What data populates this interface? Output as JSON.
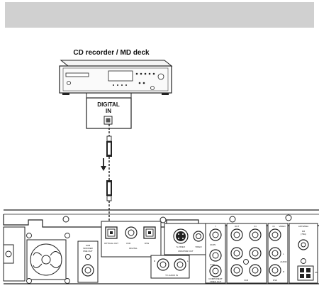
{
  "device": {
    "title": "CD recorder / MD deck",
    "input_label_line1": "DIGITAL",
    "input_label_line2": "IN"
  },
  "panel": {
    "optical_out": "OPTICAL OUT",
    "digital_in_group": "DIGITAL",
    "vcr_in": "VCR",
    "dss_in": "DSS",
    "subwoofer_line1": "SUB",
    "subwoofer_line2": "WOOFER",
    "subwoofer_line3": "PRE OUT",
    "monitor_out": "MONITOR OUT",
    "s_video": "S-VIDEO",
    "video": "VIDEO",
    "tv_audio_in": "TV AUDIO IN",
    "component_video_out_line1": "COMPONENT",
    "component_video_out_line2": "VIDEO OUT",
    "col_out": "OUT",
    "col_in": "IN",
    "col_in_video": "IN",
    "video_word": "VIDEO",
    "vcr": "VCR",
    "dss": "DSS",
    "audio": "AUDIO",
    "antenna": "ANTENNA",
    "fm_line1": "FM",
    "fm_line2": "(75Ω)",
    "am": "AM",
    "l": "L",
    "r": "R",
    "y": "Y",
    "pb": "Cb/Pb",
    "pr": "Cr/Pr"
  }
}
